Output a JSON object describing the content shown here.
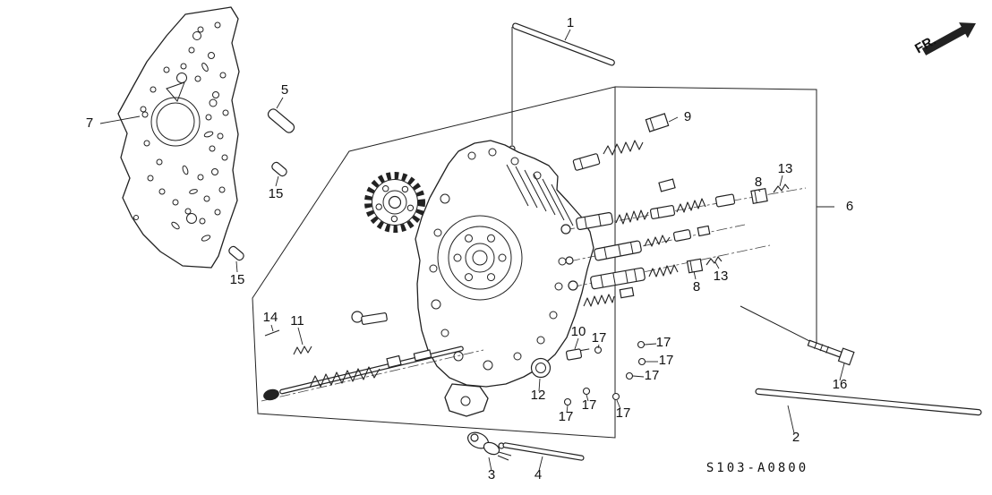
{
  "diagram": {
    "direction_label": "FR.",
    "drawing_code": "S103-A0800",
    "callouts": [
      {
        "part": "1"
      },
      {
        "part": "5"
      },
      {
        "part": "7"
      },
      {
        "part": "15"
      },
      {
        "part": "9"
      },
      {
        "part": "13"
      },
      {
        "part": "8"
      },
      {
        "part": "6"
      },
      {
        "part": "15"
      },
      {
        "part": "13"
      },
      {
        "part": "8"
      },
      {
        "part": "14"
      },
      {
        "part": "11"
      },
      {
        "part": "10"
      },
      {
        "part": "17"
      },
      {
        "part": "17"
      },
      {
        "part": "17"
      },
      {
        "part": "17"
      },
      {
        "part": "12"
      },
      {
        "part": "17"
      },
      {
        "part": "17"
      },
      {
        "part": "17"
      },
      {
        "part": "3"
      },
      {
        "part": "4"
      },
      {
        "part": "2"
      },
      {
        "part": "16"
      }
    ]
  }
}
